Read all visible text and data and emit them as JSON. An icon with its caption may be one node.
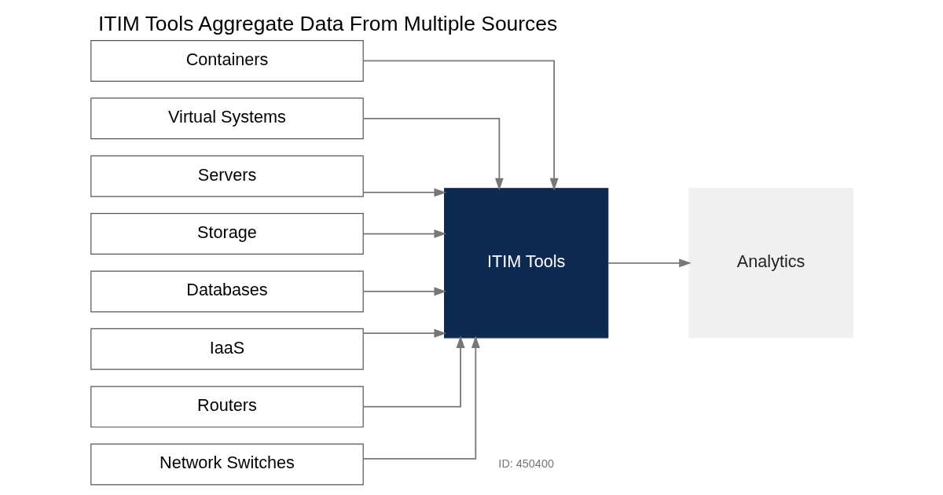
{
  "diagram": {
    "title": "ITIM Tools Aggregate Data From Multiple Sources",
    "nodes": [
      {
        "text": [
          "Containers"
        ]
      },
      {
        "text": [
          "Virtual Systems"
        ]
      },
      {
        "text": [
          "Servers"
        ]
      },
      {
        "text": [
          "Storage"
        ]
      },
      {
        "text": [
          "Databases"
        ]
      },
      {
        "text": [
          "IaaS"
        ]
      },
      {
        "text": [
          "Routers"
        ]
      },
      {
        "text": [
          "Network Switches"
        ]
      },
      {
        "text": [
          "ITIM Tools"
        ]
      },
      {
        "text": [
          "Analytics"
        ]
      }
    ],
    "edges": [
      {
        "from": 0,
        "to": 8,
        "arrow": "to"
      },
      {
        "from": 1,
        "to": 8,
        "arrow": "to"
      },
      {
        "from": 2,
        "to": 8,
        "arrow": "to"
      },
      {
        "from": 3,
        "to": 8,
        "arrow": "to"
      },
      {
        "from": 4,
        "to": 8,
        "arrow": "to"
      },
      {
        "from": 5,
        "to": 8,
        "arrow": "to"
      },
      {
        "from": 6,
        "to": 8,
        "arrow": "to"
      },
      {
        "from": 7,
        "to": 8,
        "arrow": "to"
      },
      {
        "from": 8,
        "to": 9,
        "arrow": "to"
      }
    ],
    "labels": [
      "ID: 450400"
    ]
  }
}
